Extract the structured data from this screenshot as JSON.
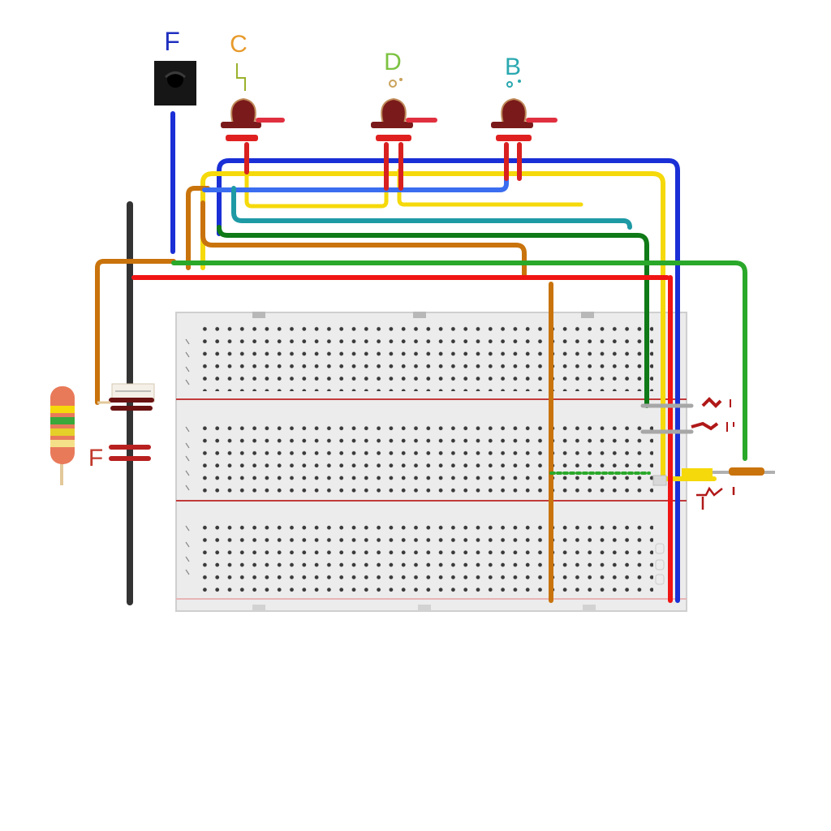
{
  "labels": {
    "sensor": "F",
    "led_c": "C",
    "led_d": "D",
    "led_b": "B",
    "capacitor": "F"
  },
  "colors": {
    "sensor_label": "#1f2fbf",
    "led_c_label": "#e79a2b",
    "led_d_label": "#7cc242",
    "led_b_label": "#2aa8b0",
    "capacitor_label": "#c0392b",
    "wire_blue": "#1a2fd6",
    "wire_yellow": "#f5d90a",
    "wire_orange": "#c9730c",
    "wire_green": "#2aa82a",
    "wire_darkgreen": "#0f7a17",
    "wire_teal": "#1e9aa5",
    "wire_lightblue": "#3a6df0",
    "wire_red": "#f01414",
    "breadboard": "#ececec",
    "led_body": "#7a1a1a"
  },
  "icons": {
    "sensor": "photo-sensor-icon",
    "led": "led-icon",
    "resistor": "resistor-icon",
    "capacitor": "capacitor-icon"
  }
}
